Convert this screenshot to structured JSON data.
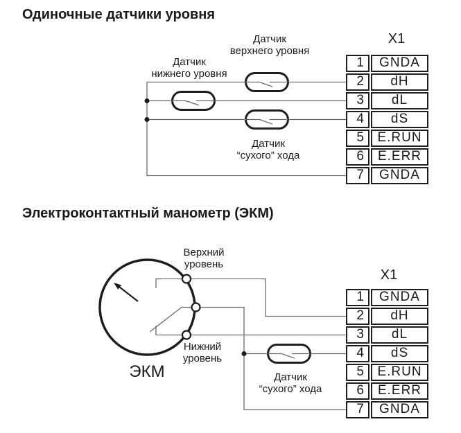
{
  "colors": {
    "background": "#ffffff",
    "wire": "#6a6a6a",
    "ink": "#1d1d1f",
    "text": "#1a1a1a"
  },
  "sections": [
    {
      "title": "Одиночные датчики уровня"
    },
    {
      "title": "Электроконтактный манометр (ЭКМ)"
    }
  ],
  "diagram1": {
    "upper_sensor_label": {
      "line1": "Датчик",
      "line2": "верхнего уровня"
    },
    "lower_sensor_label": {
      "line1": "Датчик",
      "line2": "нижнего уровня"
    },
    "dry_run_sensor_label": {
      "line1": "Датчик",
      "line2": "“сухого” хода"
    }
  },
  "diagram2": {
    "gauge_label": "ЭКМ",
    "upper_level_label": {
      "line1": "Верхний",
      "line2": "уровень"
    },
    "lower_level_label": {
      "line1": "Нижний",
      "line2": "уровень"
    },
    "dry_run_sensor_label": {
      "line1": "Датчик",
      "line2": "“сухого” хода"
    }
  },
  "terminal_block": {
    "title": "X1",
    "terminals": [
      {
        "num": "1",
        "label": "GNDA"
      },
      {
        "num": "2",
        "label": "dH"
      },
      {
        "num": "3",
        "label": "dL"
      },
      {
        "num": "4",
        "label": "dS"
      },
      {
        "num": "5",
        "label": "E.RUN"
      },
      {
        "num": "6",
        "label": "E.ERR"
      },
      {
        "num": "7",
        "label": "GNDA"
      }
    ]
  }
}
